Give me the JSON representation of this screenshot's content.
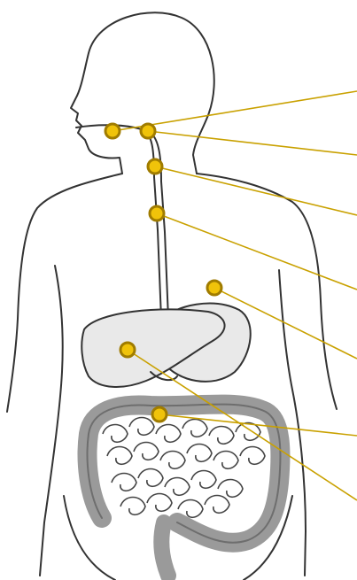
{
  "diagram": {
    "subject": "digestive-system",
    "marker_fill": "#f0c30a",
    "marker_ring": "#a07c00",
    "leader_line": "#c9a100",
    "outline": "#333333",
    "organ_fill": "#9a9a9a",
    "organ_dark": "#6e6e6e",
    "markers": [
      {
        "name": "mouth-marker"
      },
      {
        "name": "pharynx-marker"
      },
      {
        "name": "esophagus-upper-marker"
      },
      {
        "name": "esophagus-lower-marker"
      },
      {
        "name": "stomach-marker"
      },
      {
        "name": "liver-marker"
      },
      {
        "name": "small-intestine-marker"
      }
    ]
  }
}
